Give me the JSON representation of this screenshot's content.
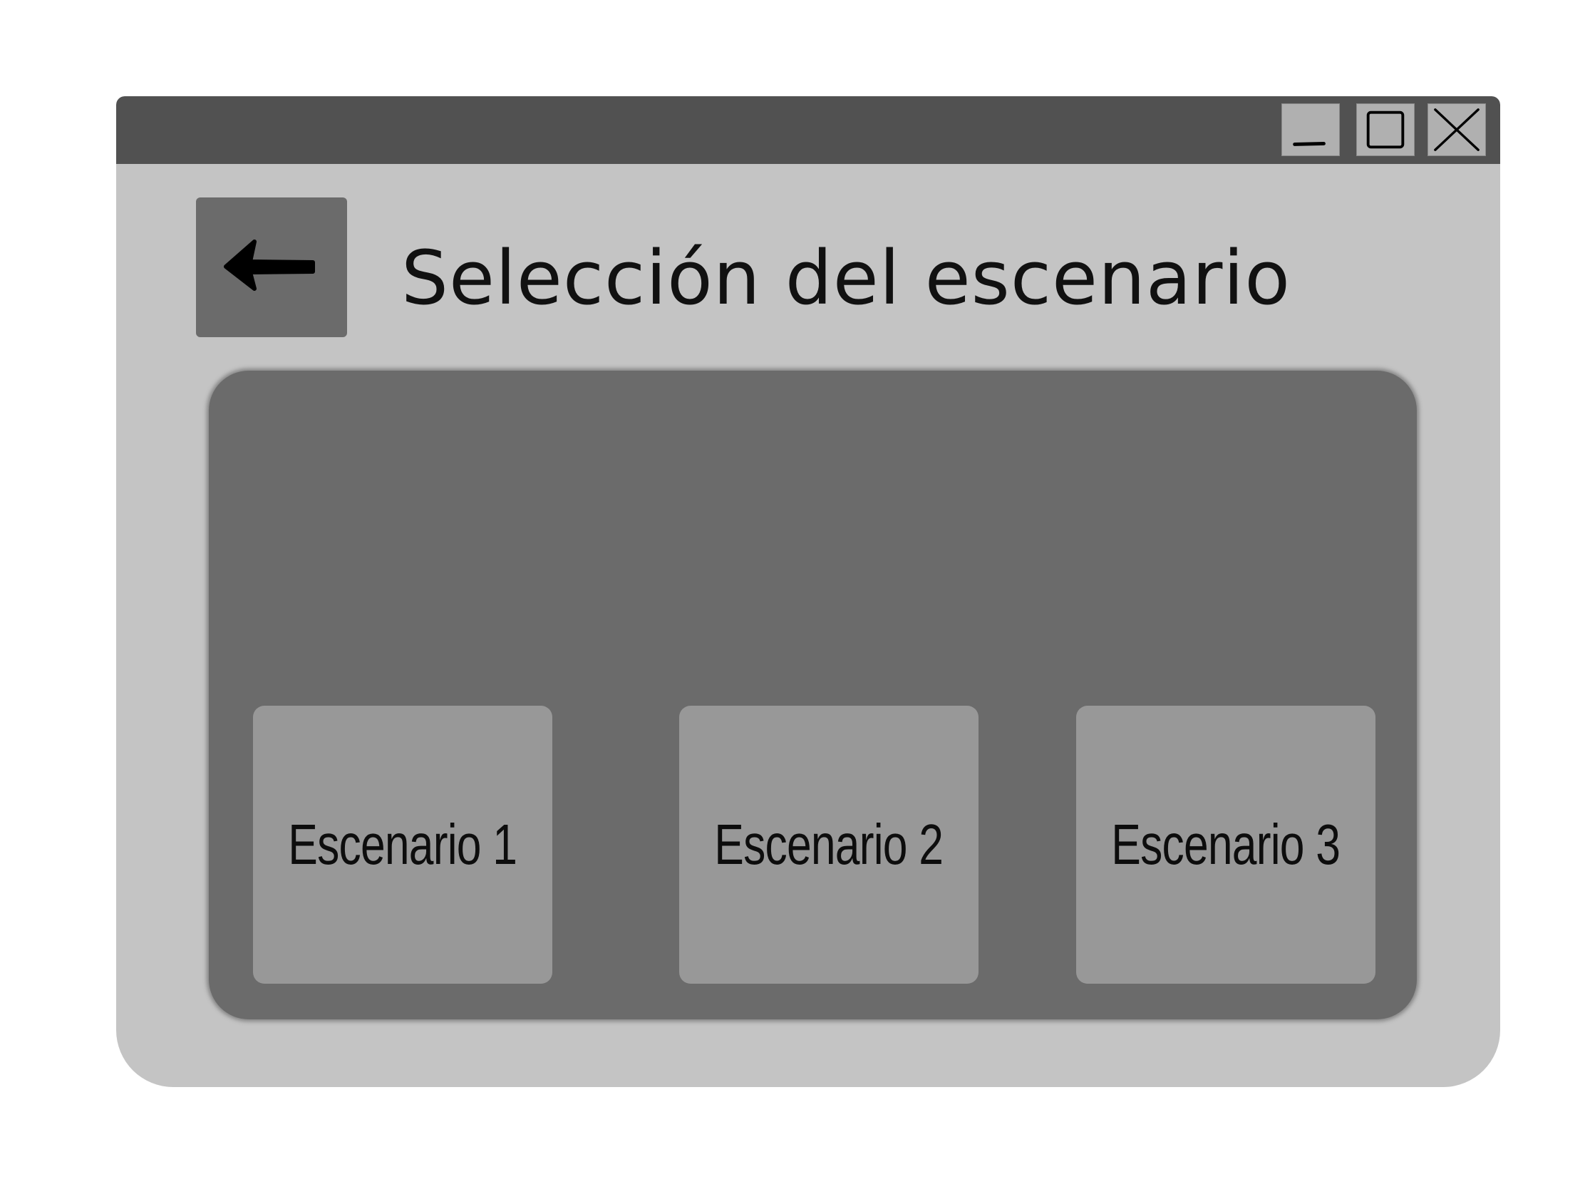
{
  "window": {
    "controls": {
      "minimize_icon": "minimize-icon",
      "maximize_icon": "maximize-icon",
      "close_icon": "close-icon"
    }
  },
  "header": {
    "back_icon": "arrow-left-icon",
    "title": "Selección del escenario"
  },
  "scenarios": [
    {
      "label": "Escenario 1"
    },
    {
      "label": "Escenario 2"
    },
    {
      "label": "Escenario 3"
    }
  ],
  "colors": {
    "titlebar": "#515151",
    "window_bg": "#c4c4c4",
    "panel_bg": "#6b6b6b",
    "card_bg": "#989898",
    "control_bg": "#b0b0b0"
  }
}
